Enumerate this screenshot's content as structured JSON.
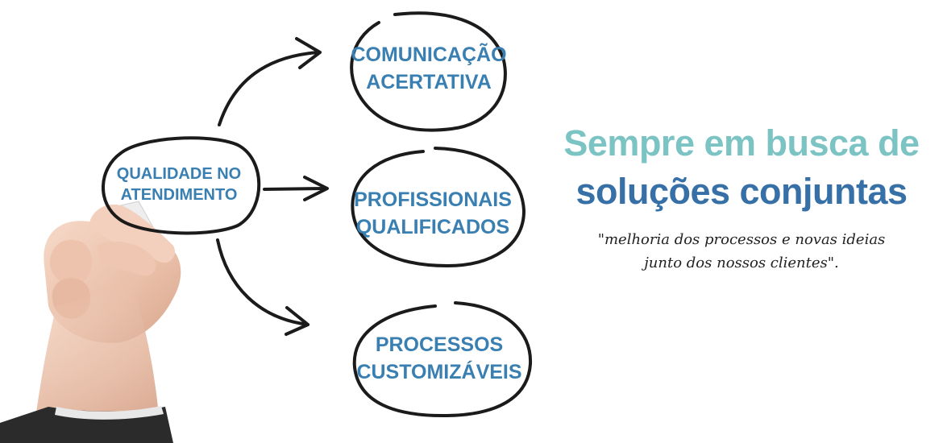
{
  "diagram": {
    "center": {
      "line1": "QUALIDADE NO",
      "line2": "ATENDIMENTO"
    },
    "nodes": [
      {
        "line1": "COMUNICAÇÃO",
        "line2": "ACERTATIVA"
      },
      {
        "line1": "PROFISSIONAIS",
        "line2": "QUALIFICADOS"
      },
      {
        "line1": "PROCESSOS",
        "line2": "CUSTOMIZÁVEIS"
      }
    ]
  },
  "tagline": {
    "line1": "Sempre em busca de",
    "line2": "soluções conjuntas"
  },
  "quote": {
    "line1": "\"melhoria dos processos e novas ideias",
    "line2": "junto dos nossos clientes\"."
  },
  "colors": {
    "node_text": "#3a7fb1",
    "tagline_light": "#7cc4c4",
    "tagline_dark": "#3770a6"
  }
}
